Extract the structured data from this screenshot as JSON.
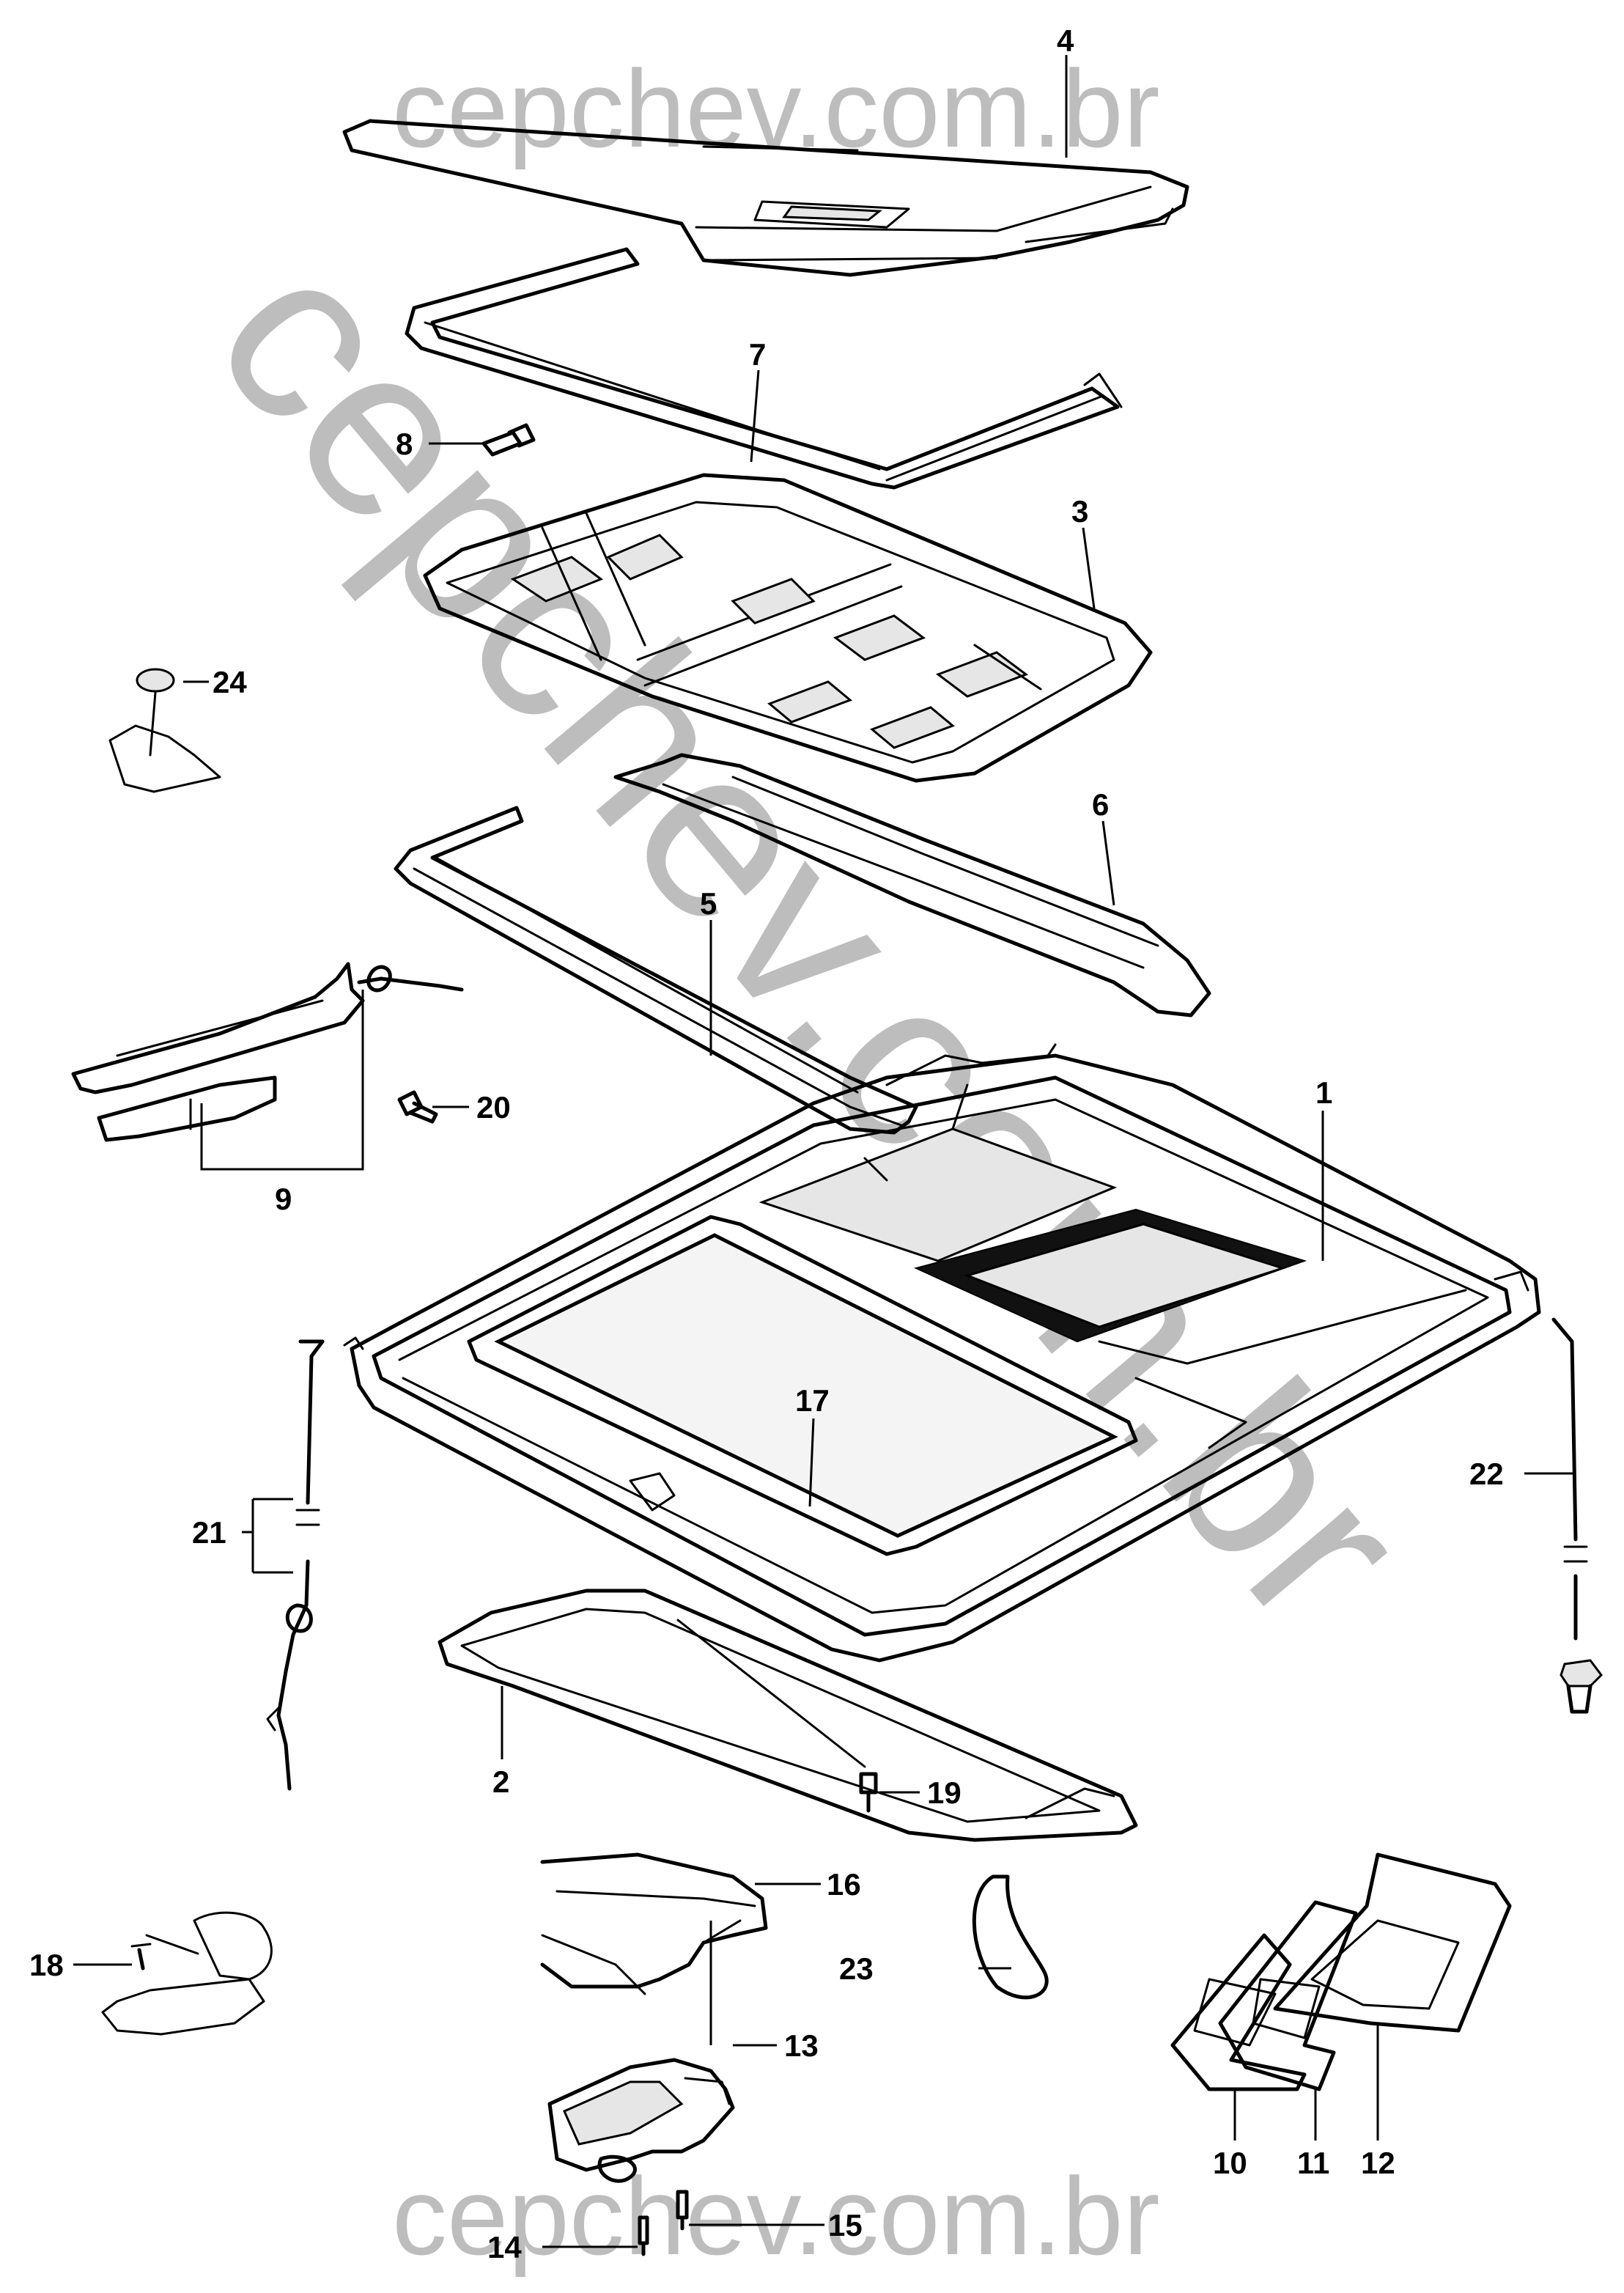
{
  "watermarks": {
    "top": "cepchev.com.br",
    "bottom": "cepchev.com.br",
    "diagonal": "cepchev.com.br"
  },
  "callouts": {
    "c1": "1",
    "c2": "2",
    "c3": "3",
    "c4": "4",
    "c5": "5",
    "c6": "6",
    "c7": "7",
    "c8": "8",
    "c9": "9",
    "c10": "10",
    "c11": "11",
    "c12": "12",
    "c13": "13",
    "c14": "14",
    "c15": "15",
    "c16": "16",
    "c17": "17",
    "c18": "18",
    "c19": "19",
    "c20": "20",
    "c21": "21",
    "c22": "22",
    "c23": "23",
    "c24": "24"
  }
}
